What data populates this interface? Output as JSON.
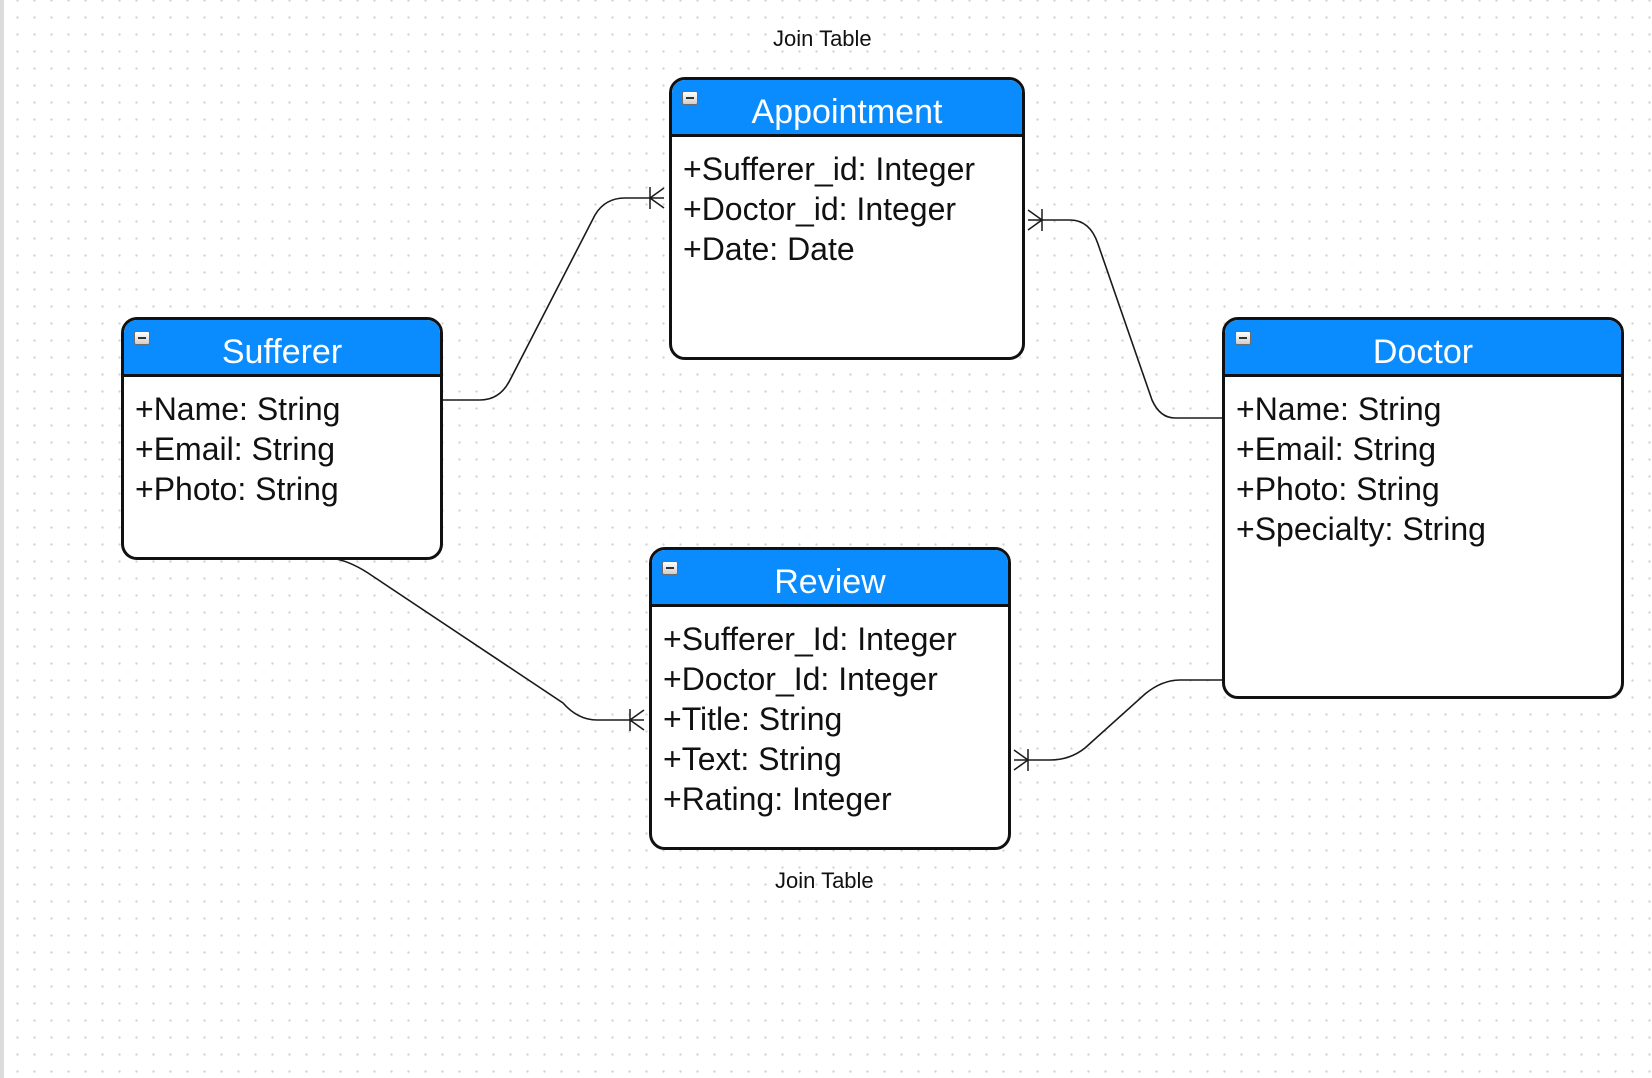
{
  "captions": {
    "appointment_note": "Join Table",
    "review_note": "Join Table"
  },
  "colors": {
    "header": "#0a8cff",
    "border": "#111111",
    "title_text": "#ffffff",
    "attribute_text": "#111111"
  },
  "icons": {
    "collapse": "collapse-icon"
  },
  "entities": {
    "appointment": {
      "title": "Appointment",
      "attributes": [
        "+Sufferer_id: Integer",
        "+Doctor_id: Integer",
        "+Date: Date"
      ]
    },
    "sufferer": {
      "title": "Sufferer",
      "attributes": [
        "+Name: String",
        "+Email: String",
        "+Photo: String"
      ]
    },
    "doctor": {
      "title": "Doctor",
      "attributes": [
        "+Name: String",
        "+Email: String",
        "+Photo: String",
        "+Specialty: String"
      ]
    },
    "review": {
      "title": "Review",
      "attributes": [
        "+Sufferer_Id: Integer",
        "+Doctor_Id: Integer",
        "+Title: String",
        "+Text: String",
        "+Rating: Integer"
      ]
    }
  },
  "relationships": [
    {
      "from": "Sufferer",
      "to": "Appointment",
      "cardinality": "one-to-many"
    },
    {
      "from": "Doctor",
      "to": "Appointment",
      "cardinality": "one-to-many"
    },
    {
      "from": "Sufferer",
      "to": "Review",
      "cardinality": "one-to-many"
    },
    {
      "from": "Doctor",
      "to": "Review",
      "cardinality": "one-to-many"
    }
  ]
}
